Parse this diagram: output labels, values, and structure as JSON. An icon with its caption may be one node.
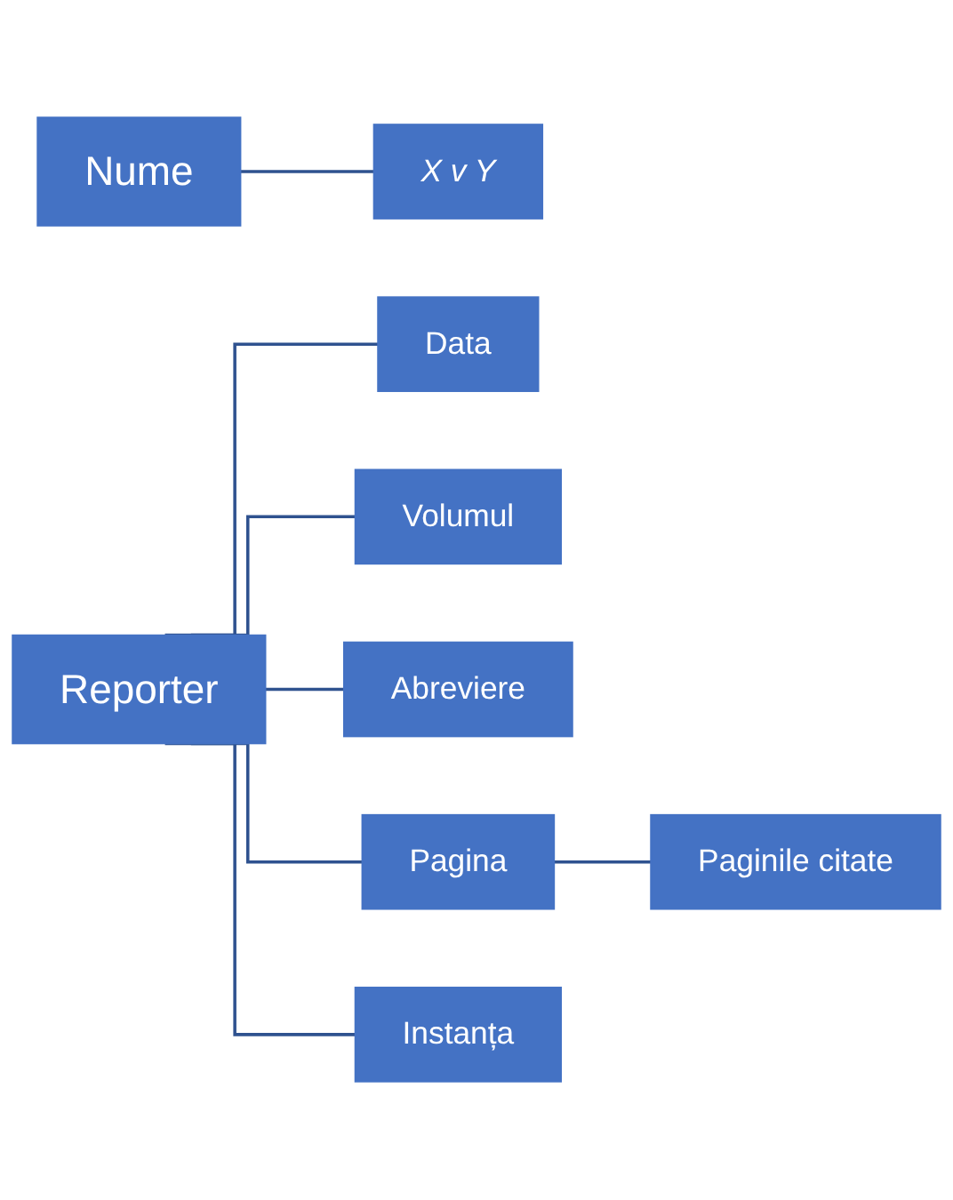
{
  "diagram": {
    "nodes": [
      {
        "text": [
          "Nume"
        ]
      },
      {
        "text": [
          "X v Y"
        ]
      },
      {
        "text": [
          "Reporter"
        ]
      },
      {
        "text": [
          "Data"
        ]
      },
      {
        "text": [
          "Volumul"
        ]
      },
      {
        "text": [
          "Abreviere"
        ]
      },
      {
        "text": [
          "Pagina"
        ]
      },
      {
        "text": [
          "Instanța"
        ]
      },
      {
        "text": [
          "Paginile citate"
        ]
      }
    ],
    "edges": [
      {
        "from": 0,
        "to": 1,
        "arrow": "none"
      },
      {
        "from": 2,
        "to": 3,
        "arrow": "none"
      },
      {
        "from": 2,
        "to": 4,
        "arrow": "none"
      },
      {
        "from": 2,
        "to": 5,
        "arrow": "none"
      },
      {
        "from": 2,
        "to": 6,
        "arrow": "none"
      },
      {
        "from": 2,
        "to": 7,
        "arrow": "none"
      },
      {
        "from": 6,
        "to": 8,
        "arrow": "none"
      }
    ]
  }
}
